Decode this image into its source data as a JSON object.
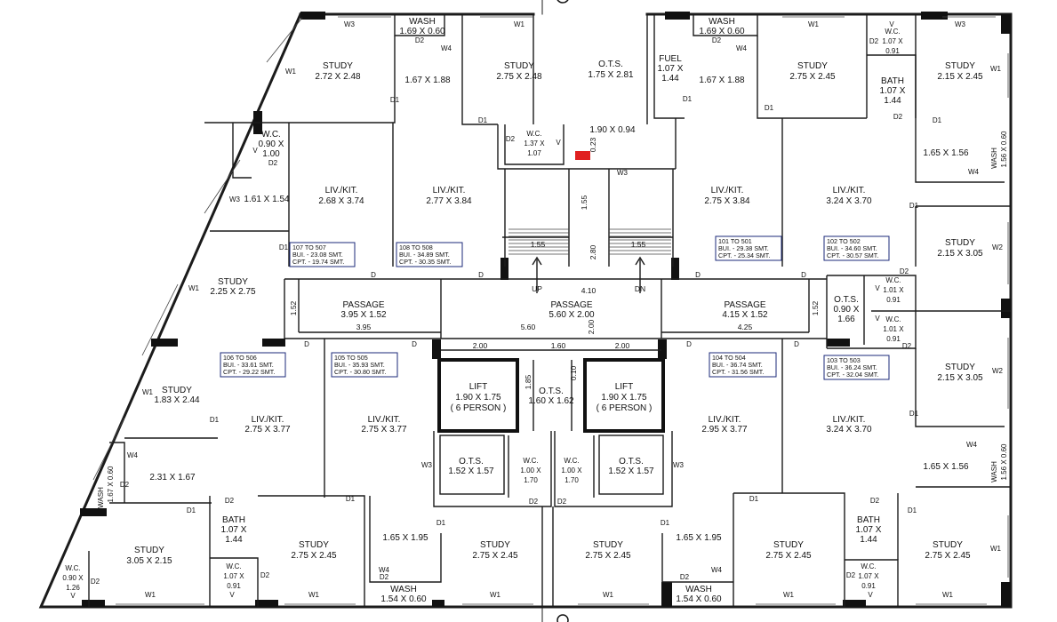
{
  "rooms": {
    "wash_tl": [
      "WASH",
      "1.69 X 0.60"
    ],
    "wash_tr": [
      "WASH",
      "1.69 X 0.60"
    ],
    "study_a": [
      "STUDY",
      "2.72 X 2.48"
    ],
    "space_a": "1.67 X 1.88",
    "study_b": [
      "STUDY",
      "2.75 X 2.48"
    ],
    "ots_top": [
      "O.T.S.",
      "1.75 X 2.81"
    ],
    "fuel": [
      "FUEL",
      "1.07 X",
      "1.44"
    ],
    "space_b": "1.67 X 1.88",
    "study_c": [
      "STUDY",
      "2.75 X 2.45"
    ],
    "wc_top_r": [
      "W.C.",
      "1.07 X",
      "0.91"
    ],
    "study_d": [
      "STUDY",
      "2.15 X 2.45"
    ],
    "bath_top_r": [
      "BATH",
      "1.07 X",
      "1.44"
    ],
    "wc_left": [
      "W.C.",
      "0.90 X",
      "1.00"
    ],
    "wc_core": [
      "W.C.",
      "1.37 X",
      "1.07"
    ],
    "dim_core": "1.90 X 0.94",
    "space_c": "1.61 X 1.54",
    "liv_1": [
      "LIV./KIT.",
      "2.68 X 3.74"
    ],
    "liv_2": [
      "LIV./KIT.",
      "2.77 X 3.84"
    ],
    "liv_3": [
      "LIV./KIT.",
      "2.75 X 3.84"
    ],
    "liv_4": [
      "LIV./KIT.",
      "3.24 X 3.70"
    ],
    "space_d": "1.65 X 1.56",
    "wash_r1": [
      "WASH",
      "1.56 X 0.60"
    ],
    "study_e": [
      "STUDY",
      "2.25 X 2.75"
    ],
    "study_f": [
      "STUDY",
      "2.15 X 3.05"
    ],
    "passage_l": [
      "PASSAGE",
      "3.95 X 1.52"
    ],
    "passage_c": [
      "PASSAGE",
      "5.60 X 2.00"
    ],
    "passage_r": [
      "PASSAGE",
      "4.15 X 1.52"
    ],
    "ots_r": [
      "O.T.S.",
      "0.90 X",
      "1.66"
    ],
    "wc_r1": [
      "W.C.",
      "1.01 X",
      "0.91"
    ],
    "wc_r2": [
      "W.C.",
      "1.01 X",
      "0.91"
    ],
    "lift_l": [
      "LIFT",
      "1.90 X 1.75",
      "( 6 PERSON )"
    ],
    "lift_r": [
      "LIFT",
      "1.90 X 1.75",
      "( 6 PERSON )"
    ],
    "ots_mid": [
      "O.T.S.",
      "1.60 X 1.62"
    ],
    "study_g": [
      "STUDY",
      "1.83 X 2.44"
    ],
    "liv_5": [
      "LIV./KIT.",
      "2.75 X 3.77"
    ],
    "liv_6": [
      "LIV./KIT.",
      "2.75 X 3.77"
    ],
    "liv_7": [
      "LIV./KIT.",
      "2.95 X 3.77"
    ],
    "liv_8": [
      "LIV./KIT.",
      "3.24 X 3.70"
    ],
    "study_h": [
      "STUDY",
      "2.15 X 3.05"
    ],
    "space_e": "2.31 X 1.67",
    "wash_l2": [
      "WASH",
      "1.67 X 0.60"
    ],
    "ots_l2": [
      "O.T.S.",
      "1.52 X 1.57"
    ],
    "wc_c1": [
      "W.C.",
      "1.00 X",
      "1.70"
    ],
    "wc_c2": [
      "W.C.",
      "1.00 X",
      "1.70"
    ],
    "ots_r2": [
      "O.T.S.",
      "1.52 X 1.57"
    ],
    "space_f": "1.65 X 1.56",
    "wash_r2": [
      "WASH",
      "1.56 X 0.60"
    ],
    "bath_l2": [
      "BATH",
      "1.07 X",
      "1.44"
    ],
    "bath_r2": [
      "BATH",
      "1.07 X",
      "1.44"
    ],
    "study_i": [
      "STUDY",
      "3.05 X 2.15"
    ],
    "study_j": [
      "STUDY",
      "2.75 X 2.45"
    ],
    "study_k": [
      "STUDY",
      "2.75 X 2.45"
    ],
    "study_l": [
      "STUDY",
      "2.75 X 2.45"
    ],
    "study_m": [
      "STUDY",
      "2.75 X 2.45"
    ],
    "study_n": [
      "STUDY",
      "2.75 X 2.45"
    ],
    "space_g": "1.65 X 1.95",
    "space_h": "1.65 X 1.95",
    "wc_bl": [
      "W.C.",
      "0.90 X",
      "1.26"
    ],
    "wc_b2": [
      "W.C.",
      "1.07 X",
      "0.91"
    ],
    "wc_b3": [
      "W.C.",
      "1.07 X",
      "0.91"
    ],
    "wash_b1": [
      "WASH",
      "1.54 X 0.60"
    ],
    "wash_b2": [
      "WASH",
      "1.54 X 0.60"
    ]
  },
  "units": {
    "u107": [
      "107 TO 507",
      "BUI. - 23.08 SMT.",
      "CPT. - 19.74 SMT."
    ],
    "u108": [
      "108 TO 508",
      "BUI. - 34.89 SMT.",
      "CPT. - 30.35 SMT."
    ],
    "u101": [
      "101 TO 501",
      "BUI. - 29.38 SMT.",
      "CPT. - 25.34 SMT."
    ],
    "u102": [
      "102 TO 502",
      "BUI. - 34.60 SMT.",
      "CPT. - 30.57 SMT."
    ],
    "u106": [
      "106 TO 506",
      "BUI. - 33.61 SMT.",
      "CPT. - 29.22 SMT."
    ],
    "u105": [
      "105 TO 505",
      "BUI. - 35.93 SMT.",
      "CPT. - 30.80 SMT."
    ],
    "u104": [
      "104 TO 504",
      "BUI. - 36.74 SMT.",
      "CPT. - 31.56 SMT."
    ],
    "u103": [
      "103 TO 503",
      "BUI. - 36.24 SMT.",
      "CPT. - 32.04 SMT."
    ]
  },
  "dims": {
    "d155a": "1.55",
    "d155b": "1.55",
    "d155c": "1.55",
    "d280": "2.80",
    "d410": "4.10",
    "d152a": "1.52",
    "d152b": "1.52",
    "d395": "3.95",
    "d560": "5.60",
    "d425": "4.25",
    "d200v": "2.00",
    "d200a": "2.00",
    "d160": "1.60",
    "d200b": "2.00",
    "d185": "1.85",
    "d010": "0.10",
    "d023": "0.23",
    "up": "UP",
    "dn": "DN"
  },
  "tags": {
    "w1": "W1",
    "w2": "W2",
    "w3": "W3",
    "w4": "W4",
    "d": "D",
    "d1": "D1",
    "d2": "D2",
    "v": "V"
  },
  "colors": {
    "unit_box": "#1b2a7a",
    "fire_marker": "#e02020",
    "wall": "#1b1b1b"
  }
}
